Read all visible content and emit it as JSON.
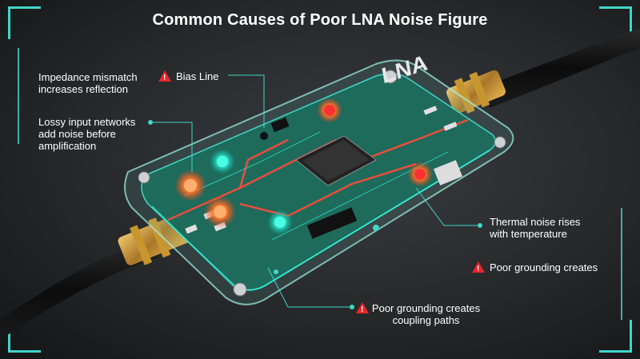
{
  "title": "Common Causes of Poor LNA Noise Figure",
  "board_label": "LNA",
  "callouts": {
    "impedance": "Impedance mismatch increases reflection",
    "bias": "Bias Line",
    "lossy": "Lossy input networks add noise before amplification",
    "thermal": "Thermal noise rises with temperature",
    "grounding1": "Poor grounding creates",
    "grounding2": "Poor grounding creates coupling paths"
  },
  "colors": {
    "accent": "#3fd6c8",
    "warning": "#e8262a",
    "pcb": "#1e6b5c",
    "trace": "#ff4a3a"
  },
  "icons": [
    "warning-icon"
  ]
}
